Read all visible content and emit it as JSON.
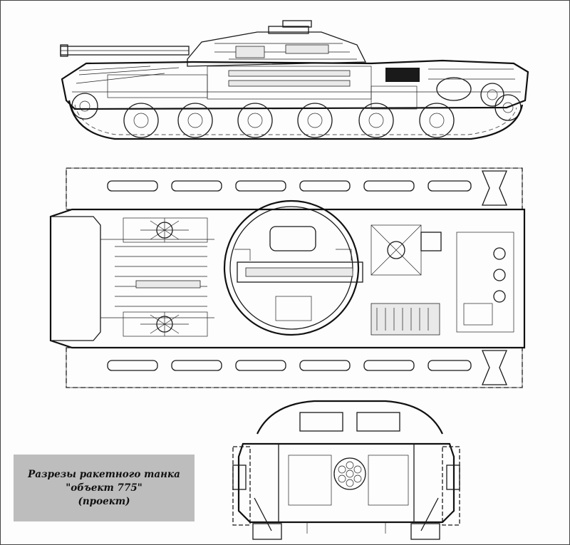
{
  "caption": {
    "line1": "Разрезы ракетного танка \"объект 775\"",
    "line2": "(проект)"
  },
  "views": {
    "side": "side-section",
    "top": "plan-section",
    "front": "cross-section"
  },
  "colors": {
    "ink": "#1a1a1a",
    "caption_bg": "#bdbdbd",
    "paper": "#fdfdfd"
  }
}
